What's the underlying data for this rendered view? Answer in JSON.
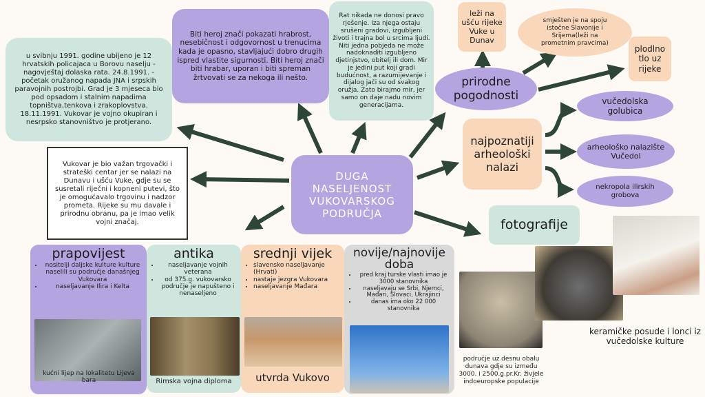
{
  "central_title": "DUGA NASELJENOST VUKOVARSKOG PODRUČJA",
  "war_history": "u svibnju 1991. godine ubijeno je 12 hrvatskih policajaca u Borovu naselju - nagovještaj dolaska rata. 24.8.1991. - početak oružanog napada JNA i srpskih paravojnih postrojbi. Grad je 3 mjeseca bio pod opsadom i stalnim napadima topništva,tenkova i zrakoplovstva. 18.11.1991. Vukovar je vojno okupiran i nesrpsko stanovništvo je protjerano.",
  "hero": "Biti heroj znači pokazati hrabrost, nesebičnost i odgovornost u trenucima kada je opasno, stavljajući dobro drugih ispred vlastite sigurnosti. Biti heroj znači biti hrabar, uporan i biti spreman žrtvovati se za nekoga ili nešto.",
  "peace": "Rat nikada ne donosi pravo rješenje. Iza njega ostaju srušeni gradovi, izgubljeni životi i trajna bol u srcima ljudi. Niti jedna pobjeda ne može nadoknaditi izgubljeno djetinjstvo, obitelj ili dom. Mir je jedini put koji gradi budućnost, a razumijevanje i dijalog jači su od svakog oružja. Zato birajmo mir, jer samo on daje nadu novim generacijama.",
  "trade": "Vukovar je bio važan trgovački i strateški centar jer se nalazi na Dunavu i ušću Vuke, gdje su se susretali riječni i kopneni putevi, što je omogućavalo trgovinu i nadzor prometa. Rijeke su mu davale i prirodnu obranu, pa je imao velik vojni značaj.",
  "natural": {
    "title": "prirodne pogodnosti",
    "items": [
      "leži na ušću rijeke Vuke u Dunav",
      "smješten je na spoju istočne Slavonije i Srijema(leži na prometnim pravcima)",
      "plodlno tlo uz rijeke"
    ]
  },
  "finds": {
    "title": "najpoznatiji arheološki nalazi",
    "items": [
      "vučedolska golubica",
      "arheološko nalazište Vučedol",
      "nekropola ilirskih grobova"
    ]
  },
  "photos": {
    "title": "fotografije",
    "caption1": "područje uz desnu obalu dunava gdje su između 3000. i 2500.g.pr.Kr. živjele indoeuropske populacije",
    "caption2": "keramičke posude i lonci iz vučedolske kulture"
  },
  "cards": [
    {
      "title": "prapovijest",
      "bullets": [
        "nositelji daljske kulture kulture naselili su područje današnjeg Vukovara",
        "naseljavanje Ilira i Kelta"
      ],
      "caption": "kućni lijep na lokalitetu Lijeva bara"
    },
    {
      "title": "antika",
      "bullets": [
        "naseljavanje vojnih veterana",
        "od 375.g. vukovarsko područje je napušteno i nenaseljeno"
      ],
      "caption": "Rimska vojna diploma"
    },
    {
      "title": "srednji vijek",
      "bullets": [
        "slavensko naseljavanje (Hrvati)",
        "nastaje jezgra Vukovara",
        "naseljavanje Mađara"
      ],
      "caption": "utvrda Vukovo"
    },
    {
      "title": "novije/najnovije doba",
      "bullets": [
        "pred kraj turske vlasti imao je 3000 stanovnika",
        "naseljavaju se Srbi, Njemci, Mađari, Slovaci, Ukrajinci",
        "danas ima oko 22 000 stanovnika"
      ]
    }
  ],
  "colors": {
    "purple": "#b4a5e0",
    "teal": "#cfe6df",
    "peach": "#f9d7bb",
    "grey": "#d9d9d9",
    "arrow": "#2e4638"
  }
}
